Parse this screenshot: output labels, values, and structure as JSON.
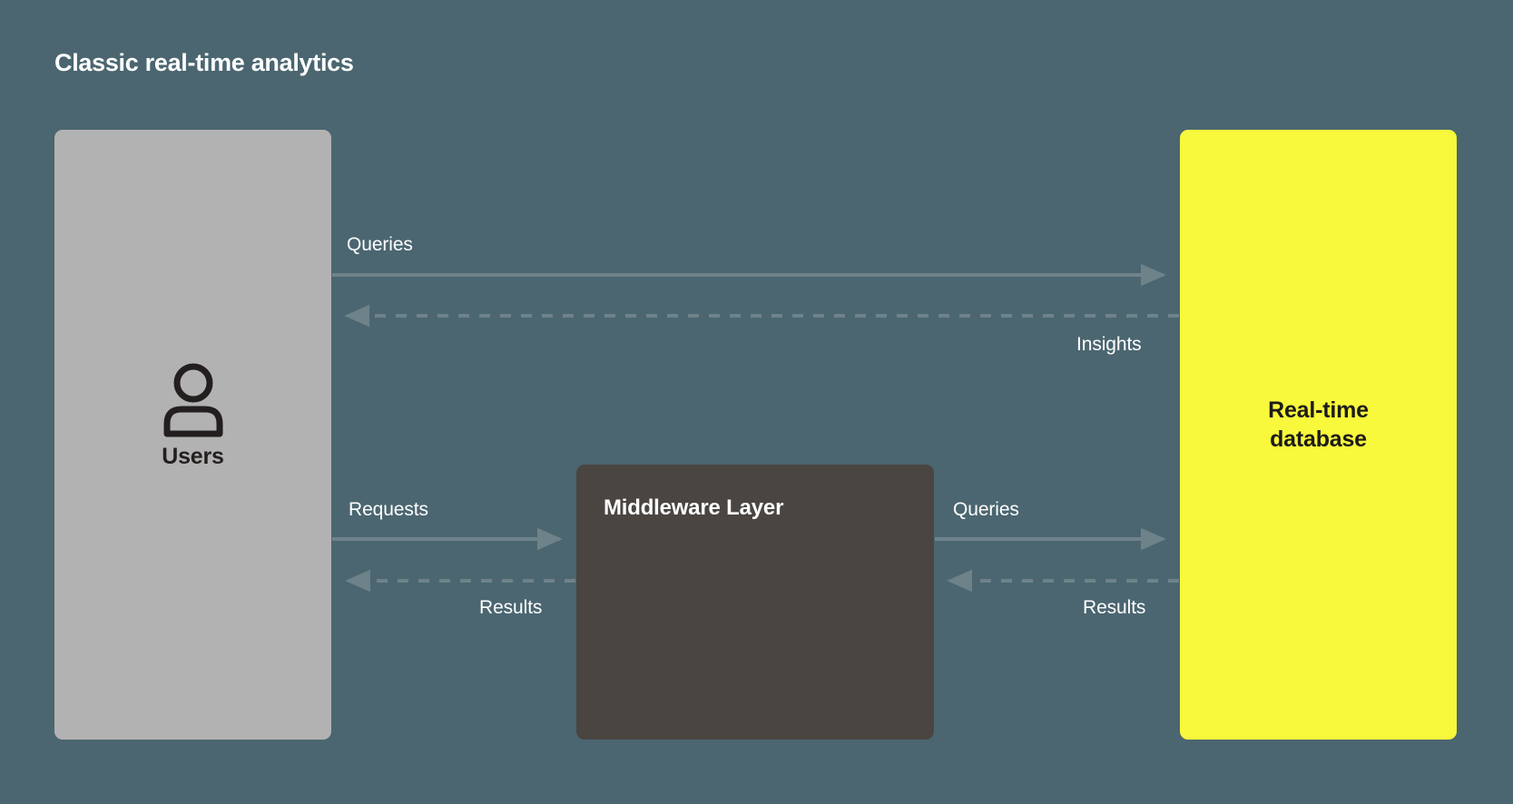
{
  "title": "Classic real-time analytics",
  "colors": {
    "background": "#4b6670",
    "users_box": "#b2b2b2",
    "middleware_box": "#4a4541",
    "database_box": "#f8f83c",
    "edge": "#6e828a",
    "title_text": "#ffffff",
    "dark_text": "#231f1e"
  },
  "nodes": {
    "users": {
      "label": "Users",
      "icon": "user-icon"
    },
    "middleware": {
      "label": "Middleware Layer"
    },
    "database": {
      "line1": "Real-time",
      "line2": "database"
    }
  },
  "edges": {
    "queries_top": "Queries",
    "insights": "Insights",
    "requests": "Requests",
    "queries_mid": "Queries",
    "results_left": "Results",
    "results_right": "Results"
  }
}
